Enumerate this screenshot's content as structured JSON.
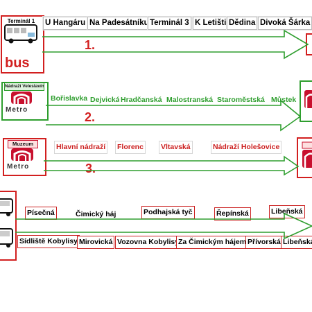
{
  "routes": [
    {
      "id": "bus",
      "number": "1.",
      "terminal_sign": "Terminál 1",
      "mode_word": "bus",
      "stops": [
        "U Hangáru",
        "Na Padesátníku",
        "Terminál 3",
        "K Letišti",
        "Dědina",
        "Divoká Šárka"
      ]
    },
    {
      "id": "metro-a",
      "number": "2.",
      "terminal_sign": "Nádraží Veleslavín",
      "mode_word": "Metro",
      "stops": [
        "Bořislavka",
        "Dejvická",
        "Hradčanská",
        "Malostranská",
        "Staroměstská",
        "Můstek"
      ]
    },
    {
      "id": "metro-c",
      "number": "3.",
      "terminal_sign": "Muzeum",
      "mode_word": "Metro",
      "stops": [
        "Hlavní nádraží",
        "Florenc",
        "Vltavská",
        "Nádraží Holešovice"
      ]
    },
    {
      "id": "tram",
      "stops_top": [
        "Písečná",
        "Čimický háj",
        "Podhajská tyč",
        "Řepínská",
        "Libeňská"
      ],
      "stops_bottom": [
        "Sídliště Kobylisy",
        "Mirovická",
        "Vozovna Kobylisy",
        "Za Čimickým hájem",
        "Přívorská",
        "Libeňská"
      ]
    }
  ],
  "colors": {
    "red": "#d21f1f",
    "green": "#2e9e2e",
    "metro_red": "#c8102e"
  }
}
